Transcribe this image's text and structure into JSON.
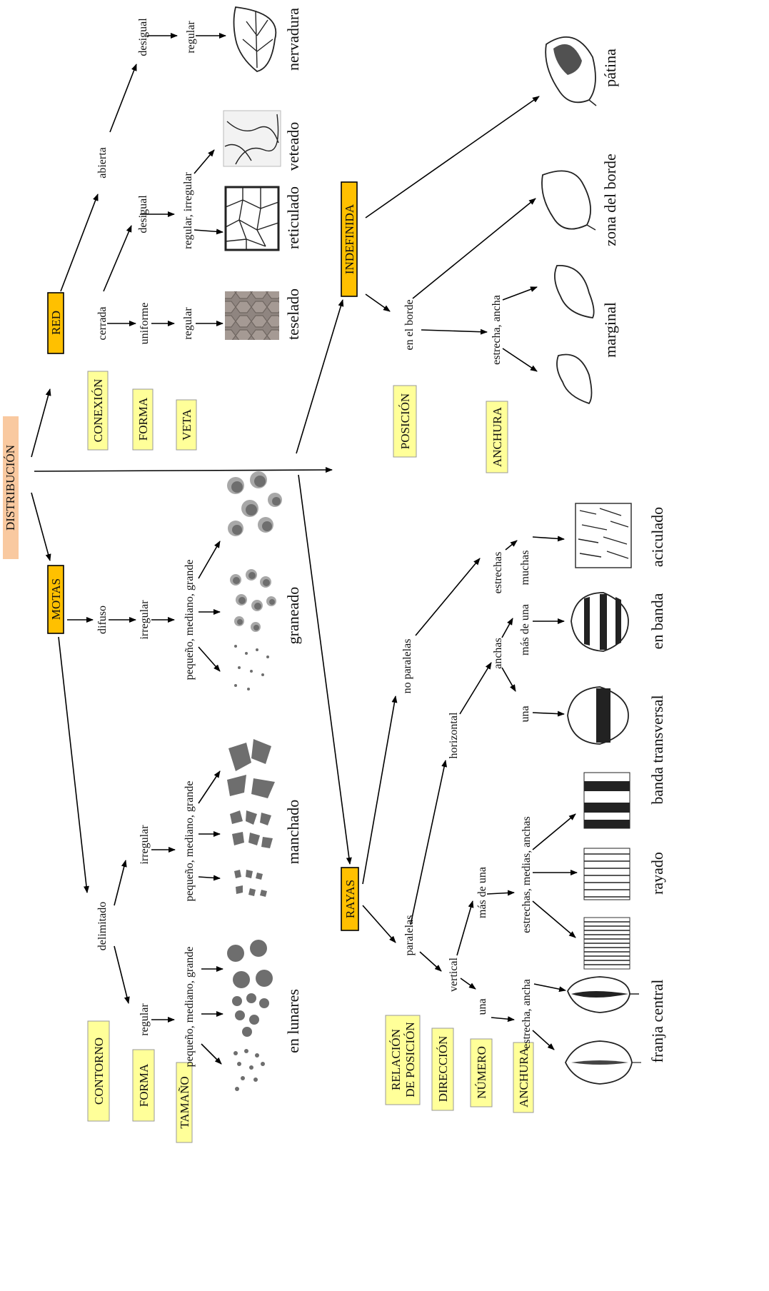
{
  "colors": {
    "distribution_box": "#F9C9A0",
    "main_box": "#FFC000",
    "attr_box": "#FFFF99",
    "spots": "#6e6e6e",
    "spots_halo": "#a8a8a8"
  },
  "root": {
    "label": "DISTRIBUCIÓN"
  },
  "main": {
    "red": "RED",
    "motas": "MOTAS",
    "rayas": "RAYAS",
    "indefinida": "INDEFINIDA"
  },
  "attributes": {
    "red_1": "CONEXIÓN",
    "red_2": "FORMA",
    "red_3": "VETA",
    "motas_1": "CONTORNO",
    "motas_2": "FORMA",
    "motas_3": "TAMAÑO",
    "rayas_1": "RELACIÓN",
    "rayas_1b": "DE POSICIÓN",
    "rayas_2": "DIRECCIÓN",
    "rayas_3": "NÚMERO",
    "rayas_4": "ANCHURA",
    "indef_1": "POSICIÓN",
    "indef_2": "ANCHURA"
  },
  "labels": {
    "abierta": "abierta",
    "cerrada": "cerrada",
    "desigual_1": "desigual",
    "desigual_2": "desigual",
    "uniforme": "uniforme",
    "regular_1": "regular",
    "regular_2": "regular",
    "regular_irregular": "regular, irregular",
    "difuso": "difuso",
    "irregular_1": "irregular",
    "pmg_1": "pequeño, mediano, grande",
    "delimitado": "delimitado",
    "irregular_2": "irregular",
    "pmg_2": "pequeño, mediano, grande",
    "regular_3": "regular",
    "pmg_3": "pequeño, mediano, grande",
    "no_paralelas": "no paralelas",
    "estrechas": "estrechas",
    "muchas": "muchas",
    "horizontal": "horizontal",
    "anchas": "anchas",
    "mas_de_una_1": "más de una",
    "una_1": "una",
    "paralelas": "paralelas",
    "vertical": "vertical",
    "mas_de_una_2": "más de una",
    "em_anchas": "estrechas, medias, anchas",
    "una_2": "una",
    "estrecha_ancha_1": "estrecha, ancha",
    "en_el_borde": "en el borde",
    "estrecha_ancha_2": "estrecha, ancha"
  },
  "results": {
    "nervadura": "nervadura",
    "veteado": "veteado",
    "reticulado": "reticulado",
    "teselado": "teselado",
    "patina": "pátina",
    "zona_del_borde": "zona del borde",
    "marginal": "marginal",
    "graneado": "graneado",
    "manchado": "manchado",
    "en_lunares": "en lunares",
    "aciculado": "aciculado",
    "en_banda": "en banda",
    "banda_transversal": "banda transversal",
    "rayado": "rayado",
    "franja_central": "franja central"
  }
}
